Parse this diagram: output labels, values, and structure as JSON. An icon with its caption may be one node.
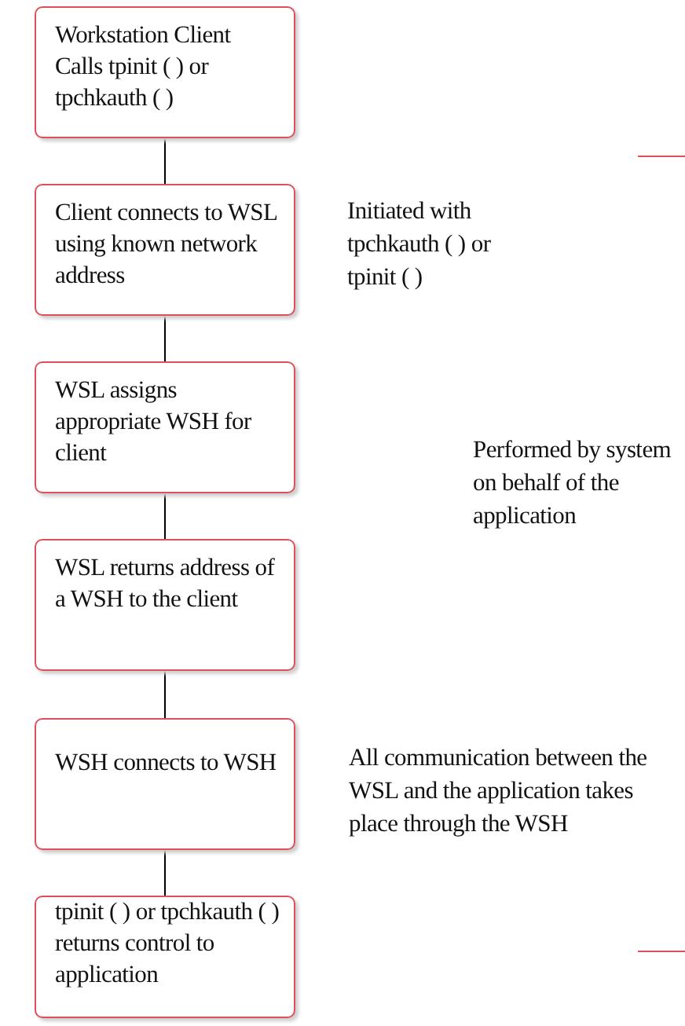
{
  "diagram": {
    "nodes": [
      {
        "text": [
          "Workstation Client Calls tpinit ( ) or tpchkauth ( )"
        ]
      },
      {
        "text": [
          "Client connects to WSL using known network address"
        ]
      },
      {
        "text": [
          "WSL assigns appropriate WSH for client"
        ]
      },
      {
        "text": [
          "WSL returns address of a WSH to the client"
        ]
      },
      {
        "text": [
          "WSH connects to WSH"
        ]
      },
      {
        "text": [
          "tpinit ( ) or tpchkauth ( ) returns control to application"
        ]
      }
    ],
    "edges": [
      {
        "from": 0,
        "to": 1,
        "arrow": "none"
      },
      {
        "from": 1,
        "to": 2,
        "arrow": "none"
      },
      {
        "from": 2,
        "to": 3,
        "arrow": "none"
      },
      {
        "from": 3,
        "to": 4,
        "arrow": "none"
      },
      {
        "from": 4,
        "to": 5,
        "arrow": "none"
      }
    ],
    "labels": [
      "Initiated with tpchkauth ( ) or tpinit ( )",
      "Performed by system on behalf of the application",
      "All communication between the WSL and the application takes place through the WSH"
    ]
  }
}
